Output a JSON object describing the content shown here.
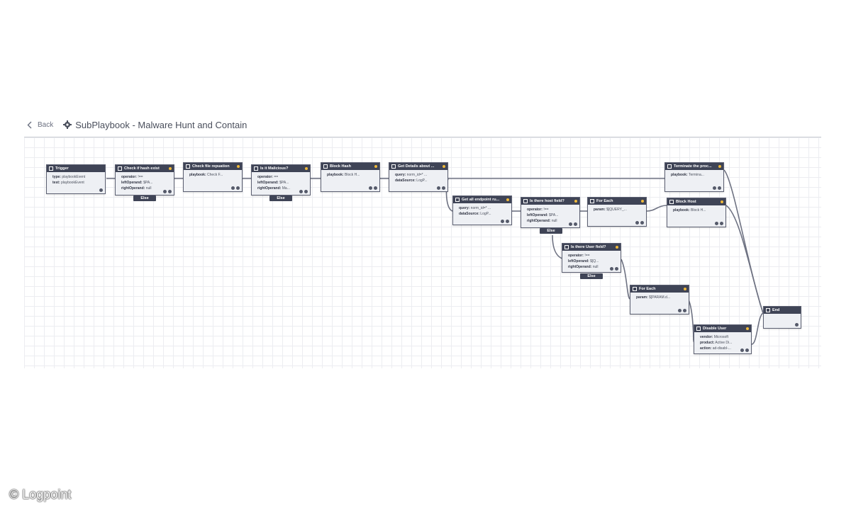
{
  "header": {
    "back_label": "Back",
    "title": "SubPlaybook - Malware Hunt and Contain"
  },
  "watermark": "© Logpoint",
  "nodes": {
    "trigger": {
      "title": "Trigger",
      "lines": [
        [
          "type:",
          "playbookEvent"
        ],
        [
          "test:",
          "playbookEvent"
        ]
      ]
    },
    "check_hash": {
      "title": "Check if hash exist",
      "lines": [
        [
          "operator:",
          "!=="
        ],
        [
          "leftOperand:",
          "$PA..."
        ],
        [
          "rightOperand:",
          "null"
        ]
      ]
    },
    "check_rep": {
      "title": "Check file repuation",
      "lines": [
        [
          "playbook:",
          "Check F..."
        ]
      ]
    },
    "is_malicious": {
      "title": "Is it Malicious?",
      "lines": [
        [
          "operator:",
          "=="
        ],
        [
          "leftOperand:",
          "$PA..."
        ],
        [
          "rightOperand:",
          "Ma..."
        ]
      ]
    },
    "block_hash": {
      "title": "Block Hash",
      "lines": [
        [
          "playbook:",
          "Block H..."
        ]
      ]
    },
    "get_details": {
      "title": "Get Details about ...",
      "lines": [
        [
          "query:",
          "norm_id=* ..."
        ],
        [
          "dataSource:",
          "LogP..."
        ]
      ]
    },
    "get_endpoints": {
      "title": "Get all endpoint ru...",
      "lines": [
        [
          "query:",
          "norm_id=* ..."
        ],
        [
          "dataSource:",
          "LogP..."
        ]
      ]
    },
    "host_field": {
      "title": "Is there host field?",
      "lines": [
        [
          "operator:",
          "!=="
        ],
        [
          "leftOperand:",
          "$PA..."
        ],
        [
          "rightOperand:",
          "null"
        ]
      ]
    },
    "for_each_1": {
      "title": "For Each",
      "lines": [
        [
          "param:",
          "$[QUERY_..."
        ]
      ]
    },
    "terminate": {
      "title": "Terminate the proc...",
      "lines": [
        [
          "playbook:",
          "Termina..."
        ]
      ]
    },
    "block_host": {
      "title": "Block Host",
      "lines": [
        [
          "playbook:",
          "Block H..."
        ]
      ]
    },
    "user_field": {
      "title": "Is there User field?",
      "lines": [
        [
          "operator:",
          "!=="
        ],
        [
          "leftOperand:",
          "$[Q..."
        ],
        [
          "rightOperand:",
          "null"
        ]
      ]
    },
    "for_each_2": {
      "title": "For Each",
      "lines": [
        [
          "param:",
          "$[PARAM.d..."
        ]
      ]
    },
    "disable_user": {
      "title": "Disable User",
      "lines": [
        [
          "vendor:",
          "Microsoft"
        ],
        [
          "product:",
          "Active Di..."
        ],
        [
          "action:",
          "ad-disabl-..."
        ]
      ]
    },
    "end": {
      "title": "End",
      "lines": []
    }
  },
  "else_label": "Else"
}
